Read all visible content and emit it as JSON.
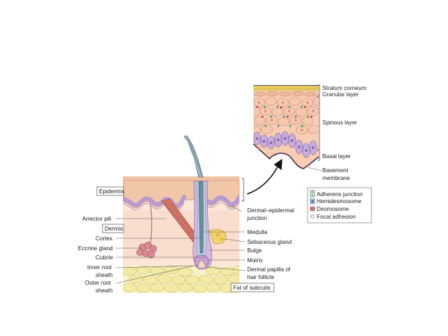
{
  "labels": {
    "epidermis": "Epidermis",
    "dermis": "Dermis",
    "fat_of_subcutis": "Fat of subcutis",
    "arrector_pili": "Arrector pili",
    "cortex": "Cortex",
    "eccrine_gland": "Eccrine gland",
    "cuticle": "Cuticle",
    "inner_root_sheath_1": "Inner root",
    "inner_root_sheath_2": "sheath",
    "outer_root_sheath_1": "Outer root",
    "outer_root_sheath_2": "sheath",
    "dermal_epidermal_junction_1": "Dermal–epidermal",
    "dermal_epidermal_junction_2": "junction",
    "medulla": "Medulla",
    "sebaceous_gland": "Sebaceous gland",
    "bulge": "Bulge",
    "matrix": "Matrix",
    "dermal_papilla_1": "Dermal papilla of",
    "dermal_papilla_2": "hair follicle",
    "stratum_corneum": "Stratum corneum",
    "granular_layer": "Granular layer",
    "spinous_layer": "Spinous layer",
    "basal_layer": "Basal layer",
    "basement_membrane_1": "Basement",
    "basement_membrane_2": "membrane"
  },
  "legend": {
    "items": [
      {
        "label": "Adherens junction",
        "icon": "adherens-junction-icon"
      },
      {
        "label": "Hemidesmosome",
        "icon": "hemidesmosome-icon"
      },
      {
        "label": "Desmosome",
        "icon": "desmosome-icon"
      },
      {
        "label": "Focal adhesion",
        "icon": "focal-adhesion-icon"
      }
    ]
  },
  "colors": {
    "epidermis": "#f2c7a8",
    "dermis": "#fbe3d3",
    "fat": "#f5efb5",
    "muscle": "#c9685a",
    "gland": "#d27a7f",
    "sebaceous": "#f1d36a",
    "cells_purple": "#c9b2dc",
    "corneum": "#f0d36b"
  }
}
